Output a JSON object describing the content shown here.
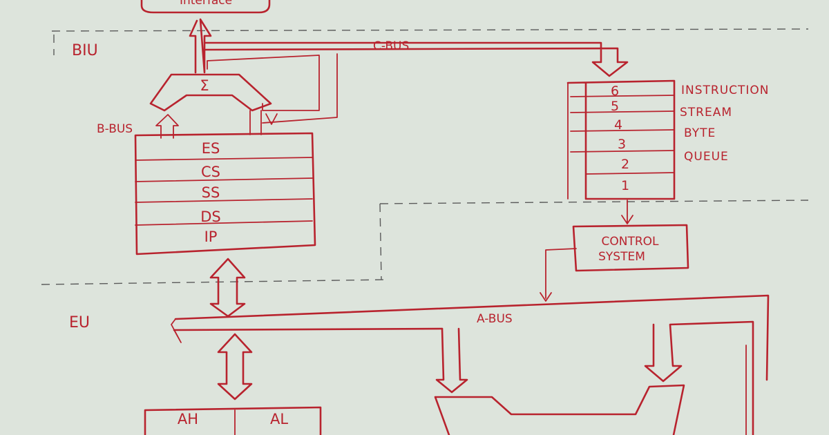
{
  "labels": {
    "interface": "Interface",
    "biu": "BIU",
    "eu": "EU",
    "c_bus": "C-BUS",
    "b_bus": "B-BUS",
    "a_bus": "A-BUS",
    "sigma": "Σ",
    "control_system_line1": "CONTROL",
    "control_system_line2": "SYSTEM"
  },
  "segment_registers": [
    "ES",
    "CS",
    "SS",
    "DS",
    "IP"
  ],
  "queue": {
    "bytes": [
      "6",
      "5",
      "4",
      "3",
      "2",
      "1"
    ],
    "caption": [
      "INSTRUCTION",
      "STREAM",
      "BYTE",
      "QUEUE"
    ]
  },
  "general_registers": [
    "AH",
    "AL"
  ],
  "colors": {
    "ink": "#b8232e",
    "paper": "#dde4dc",
    "dash": "#5a5a5a"
  }
}
